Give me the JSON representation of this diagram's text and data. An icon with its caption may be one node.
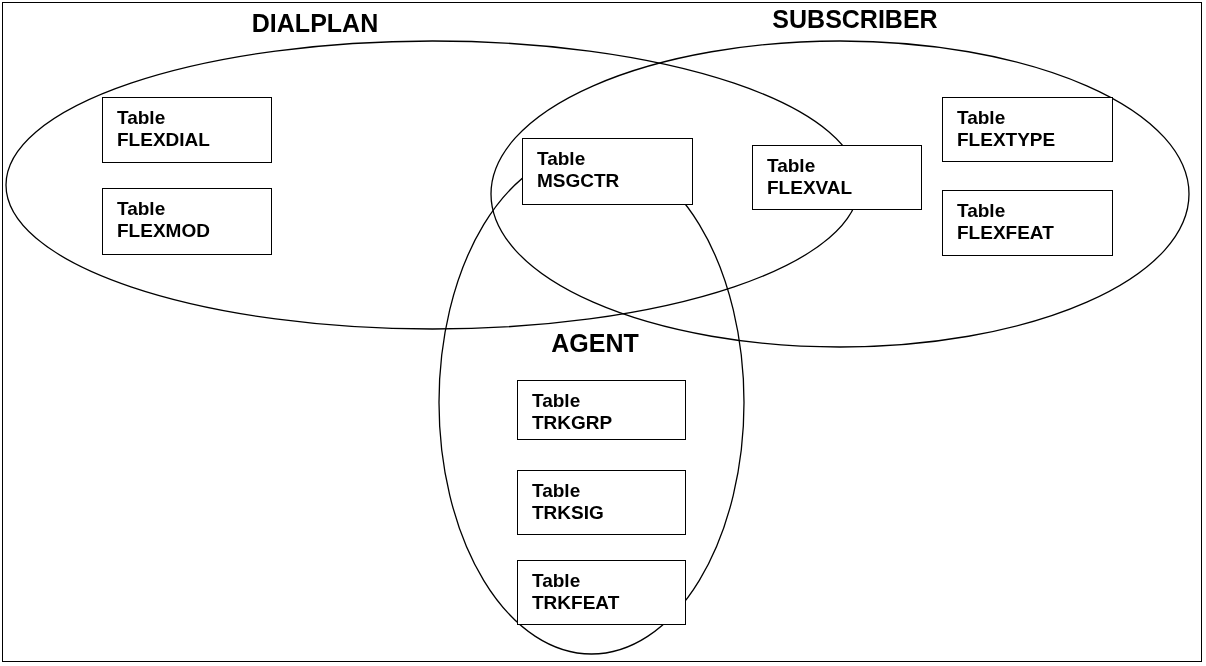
{
  "diagram": {
    "nodes": [
      {
        "text": [
          "DIALPLAN"
        ]
      },
      {
        "text": [
          "Table FLEXDIAL"
        ],
        "in": 0
      },
      {
        "text": [
          "Table FLEXMOD"
        ],
        "in": 0
      },
      {
        "text": [
          "SUBSCRIBER"
        ]
      },
      {
        "text": [
          "Table FLEXTYPE"
        ],
        "in": 3
      },
      {
        "text": [
          "Table FLEXVAL"
        ],
        "in": 3
      },
      {
        "text": [
          "Table FLEXFEAT"
        ],
        "in": 3
      },
      {
        "text": [
          "Table MSGCTR"
        ]
      },
      {
        "text": [
          "AGENT"
        ]
      },
      {
        "text": [
          "Table TRKGRP"
        ],
        "in": 8
      },
      {
        "text": [
          "Table TRKSIG"
        ],
        "in": 8
      },
      {
        "text": [
          "Table TRKFEAT"
        ],
        "in": 8
      }
    ],
    "edges": []
  }
}
